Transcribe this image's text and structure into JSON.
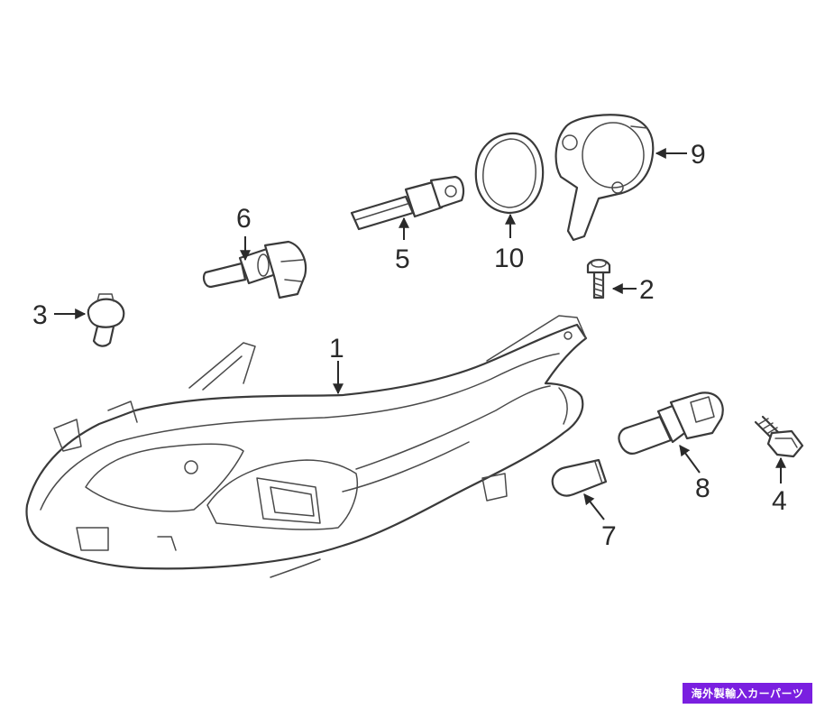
{
  "callouts": {
    "c1": "1",
    "c2": "2",
    "c3": "3",
    "c4": "4",
    "c5": "5",
    "c6": "6",
    "c7": "7",
    "c8": "8",
    "c9": "9",
    "c10": "10"
  },
  "badge": {
    "text": "海外製輸入カーパーツ",
    "color": "#7a1fe0"
  }
}
